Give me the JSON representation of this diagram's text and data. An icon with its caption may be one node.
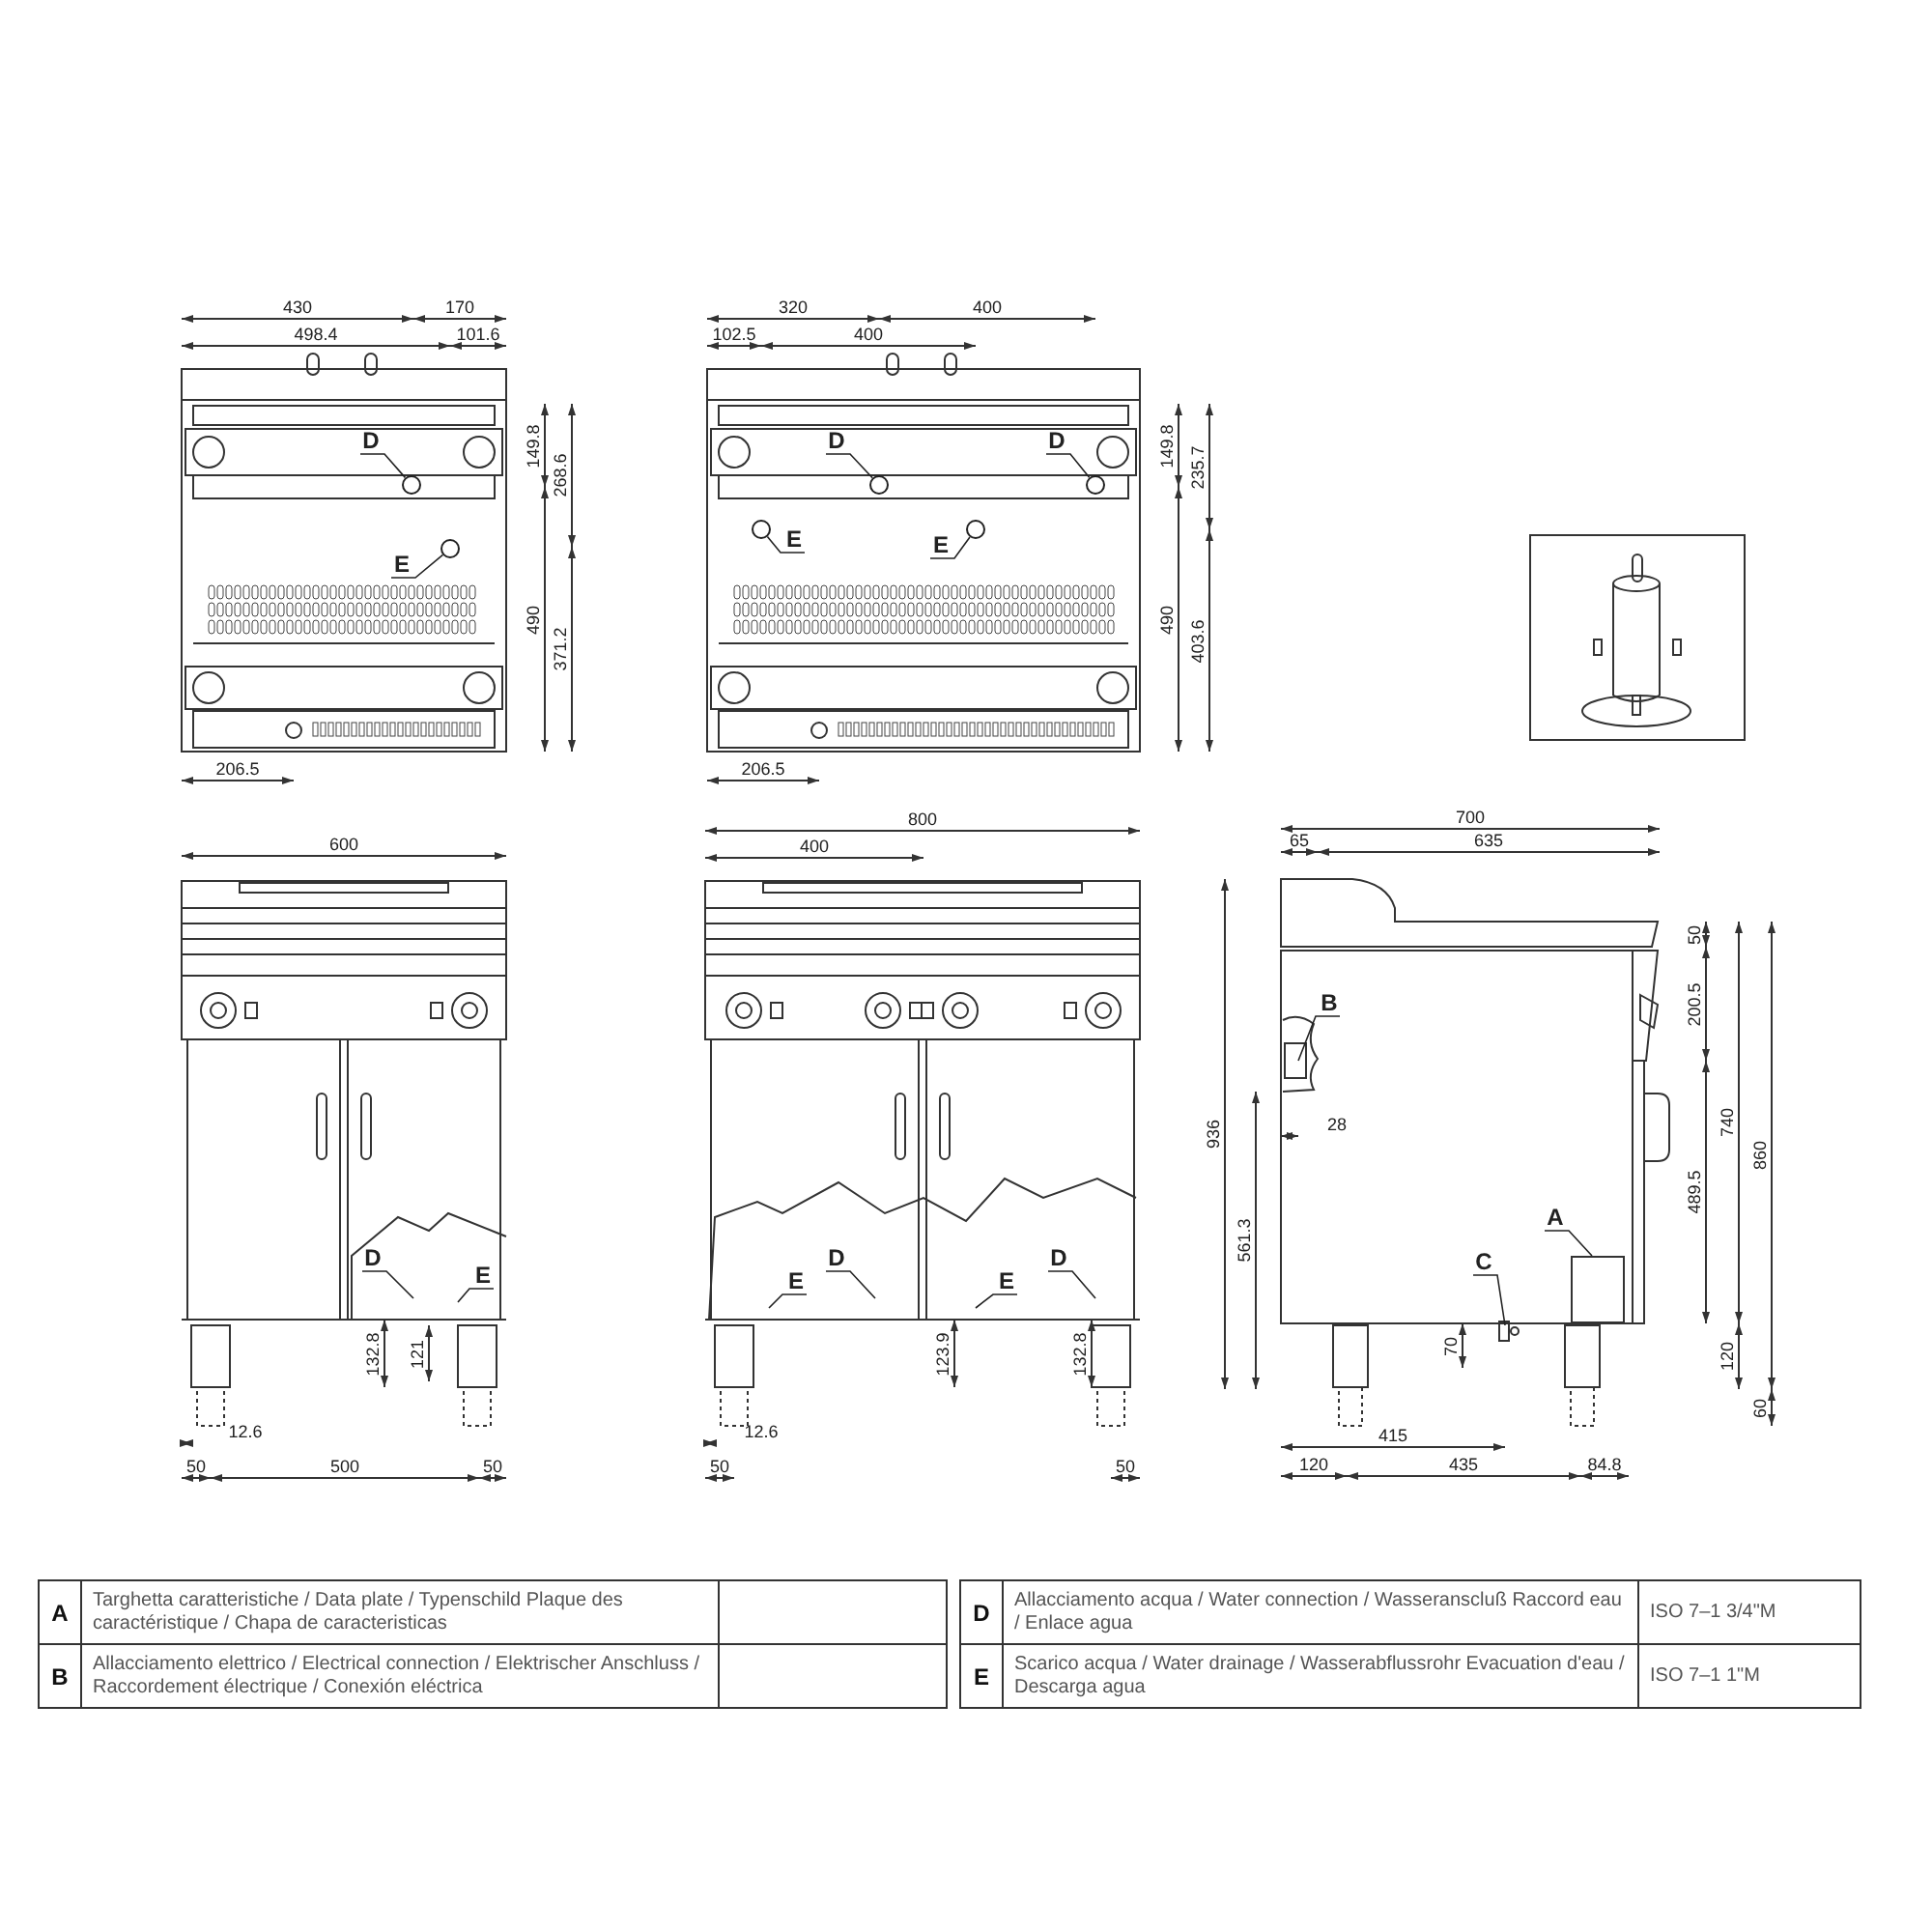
{
  "diagram": {
    "nodes": [
      {
        "text": [
          "D"
        ]
      },
      {
        "text": [],
        "shape": "circle"
      },
      {
        "text": [
          "E"
        ]
      },
      {
        "text": [],
        "shape": "circle"
      },
      {
        "text": [
          "D"
        ]
      },
      {
        "text": [],
        "shape": "circle"
      },
      {
        "text": [
          "D"
        ]
      },
      {
        "text": [],
        "shape": "circle"
      },
      {
        "text": [
          "E"
        ]
      },
      {
        "text": [],
        "shape": "circle"
      },
      {
        "text": [
          "E"
        ]
      },
      {
        "text": [],
        "shape": "circle"
      },
      {
        "text": [
          "D"
        ]
      },
      {
        "text": [
          "E"
        ]
      },
      {
        "text": [
          "E"
        ]
      },
      {
        "text": [
          "D"
        ]
      },
      {
        "text": [
          "E"
        ]
      },
      {
        "text": [
          "D"
        ]
      },
      {
        "text": [
          "B"
        ]
      },
      {
        "text": [
          "A"
        ]
      },
      {
        "text": [],
        "shape": "box"
      },
      {
        "text": [
          "C"
        ]
      }
    ],
    "edges": [
      {
        "from": 0,
        "to": 1,
        "arrow": "none"
      },
      {
        "from": 2,
        "to": 3,
        "arrow": "none"
      },
      {
        "from": 4,
        "to": 5,
        "arrow": "none"
      },
      {
        "from": 6,
        "to": 7,
        "arrow": "none"
      },
      {
        "from": 8,
        "to": 9,
        "arrow": "none"
      },
      {
        "from": 10,
        "to": 11,
        "arrow": "none"
      },
      {
        "from": 12,
        "to": null,
        "arrow": "none"
      },
      {
        "from": 13,
        "to": null,
        "arrow": "none"
      },
      {
        "from": 14,
        "to": null,
        "arrow": "none"
      },
      {
        "from": 15,
        "to": null,
        "arrow": "none"
      },
      {
        "from": 16,
        "to": null,
        "arrow": "none"
      },
      {
        "from": 17,
        "to": null,
        "arrow": "none"
      },
      {
        "from": 18,
        "to": null,
        "arrow": "none"
      },
      {
        "from": 19,
        "to": 20,
        "arrow": "none"
      },
      {
        "from": 21,
        "to": null,
        "arrow": "none"
      }
    ],
    "labels": [
      "430",
      "170",
      "498.4",
      "101.6",
      "149.8",
      "268.6",
      "490",
      "371.2",
      "206.5",
      "320",
      "400",
      "102.5",
      "400",
      "149.8",
      "235.7",
      "490",
      "403.6",
      "206.5",
      "600",
      "132.8",
      "121",
      "12.6",
      "50",
      "500",
      "50",
      "800",
      "400",
      "123.9",
      "132.8",
      "12.6",
      "50",
      "50",
      "700",
      "65",
      "635",
      "50",
      "200.5",
      "740",
      "860",
      "936",
      "28",
      "561.3",
      "489.5",
      "70",
      "120",
      "60",
      "415",
      "120",
      "435",
      "84.8",
      "A",
      "Targhetta caratteristiche / Data plate / Typenschild Plaque des caractéristique / Chapa de caracteristicas",
      "D",
      "Allacciamento acqua / Water connection / Wasseranscluß Raccord eau / Enlace agua",
      "ISO 7–1  3/4\"M",
      "B",
      "Allacciamento elettrico / Electrical connection / Elektrischer Anschluss / Raccordement électrique / Conexión eléctrica",
      "E",
      "Scarico acqua / Water drainage / Wasserabflussrohr Evacuation d'eau / Descarga agua",
      "ISO 7–1  1\"M"
    ]
  }
}
